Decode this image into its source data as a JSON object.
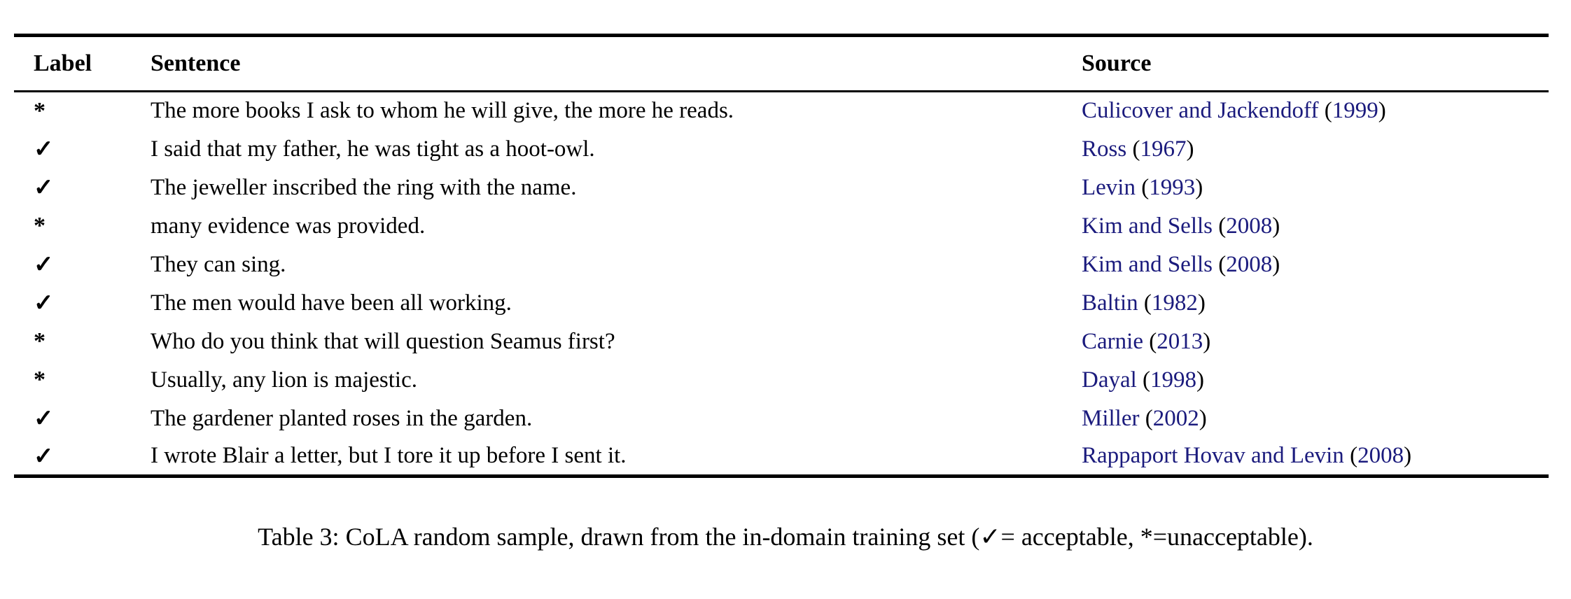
{
  "table": {
    "columns": [
      "Label",
      "Sentence",
      "Source"
    ],
    "citation_punct": {
      "open": "(",
      "close": ")"
    },
    "rows": [
      {
        "label": "*",
        "sentence": "The more books I ask to whom he will give, the more he reads.",
        "source_author": "Culicover and Jackendoff",
        "source_year": "1999"
      },
      {
        "label": "✓",
        "sentence": "I said that my father, he was tight as a hoot-owl.",
        "source_author": "Ross",
        "source_year": "1967"
      },
      {
        "label": "✓",
        "sentence": "The jeweller inscribed the ring with the name.",
        "source_author": "Levin",
        "source_year": "1993"
      },
      {
        "label": "*",
        "sentence": "many evidence was provided.",
        "source_author": "Kim and Sells",
        "source_year": "2008"
      },
      {
        "label": "✓",
        "sentence": "They can sing.",
        "source_author": "Kim and Sells",
        "source_year": "2008"
      },
      {
        "label": "✓",
        "sentence": "The men would have been all working.",
        "source_author": "Baltin",
        "source_year": "1982"
      },
      {
        "label": "*",
        "sentence": "Who do you think that will question Seamus first?",
        "source_author": "Carnie",
        "source_year": "2013"
      },
      {
        "label": "*",
        "sentence": "Usually, any lion is majestic.",
        "source_author": "Dayal",
        "source_year": "1998"
      },
      {
        "label": "✓",
        "sentence": "The gardener planted roses in the garden.",
        "source_author": "Miller",
        "source_year": "2002"
      },
      {
        "label": "✓",
        "sentence": "I wrote Blair a letter, but I tore it up before I sent it.",
        "source_author": "Rappaport Hovav and Levin",
        "source_year": "2008"
      }
    ]
  },
  "caption": {
    "text": "Table 3: CoLA random sample, drawn from the in-domain training set (✓= acceptable, *=unacceptable)."
  },
  "colors": {
    "citation": "#1b1b7d",
    "rule": "#000000",
    "background": "#ffffff"
  }
}
